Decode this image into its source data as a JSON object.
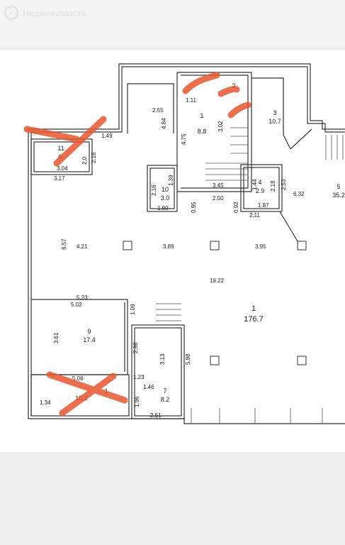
{
  "watermark": {
    "text": "Недвижимость"
  },
  "rooms": [
    {
      "id": "r1",
      "num": "1",
      "area": "176.7"
    },
    {
      "id": "r1b",
      "num": "1",
      "area": "8.8"
    },
    {
      "id": "r2",
      "num": "2",
      "area": ""
    },
    {
      "id": "r3",
      "num": "3",
      "area": "10.7"
    },
    {
      "id": "r4",
      "num": "4",
      "area": "2.9"
    },
    {
      "id": "r5",
      "num": "5",
      "area": "35.2"
    },
    {
      "id": "r7",
      "num": "7",
      "area": "8.2"
    },
    {
      "id": "r9",
      "num": "9",
      "area": "17.4"
    },
    {
      "id": "r10",
      "num": "10",
      "area": "3.0"
    },
    {
      "id": "r11",
      "num": "11",
      "area": "6."
    },
    {
      "id": "r12",
      "num": "1",
      "area": "10.2"
    }
  ],
  "dimensions": [
    "2.55",
    "4.84",
    "1.11",
    "4.75",
    "3.02",
    "1.49",
    "2.0",
    "2.16",
    "3.04",
    "3.17",
    "1.39",
    "2.16",
    "1.90",
    "3.45",
    "2.50",
    "0.95",
    "0.92",
    "1.44",
    "2.53",
    "1.87",
    "2.11",
    "2.18",
    "6.32",
    "6.57",
    "4.21",
    "3.89",
    "3.95",
    "19.22",
    "5.23",
    "5.02",
    "1.09",
    "3.61",
    "2.98",
    "3.13",
    "5.98",
    "5.06",
    "1.23",
    "1.46",
    "1.96",
    "2.51",
    "1.34"
  ]
}
